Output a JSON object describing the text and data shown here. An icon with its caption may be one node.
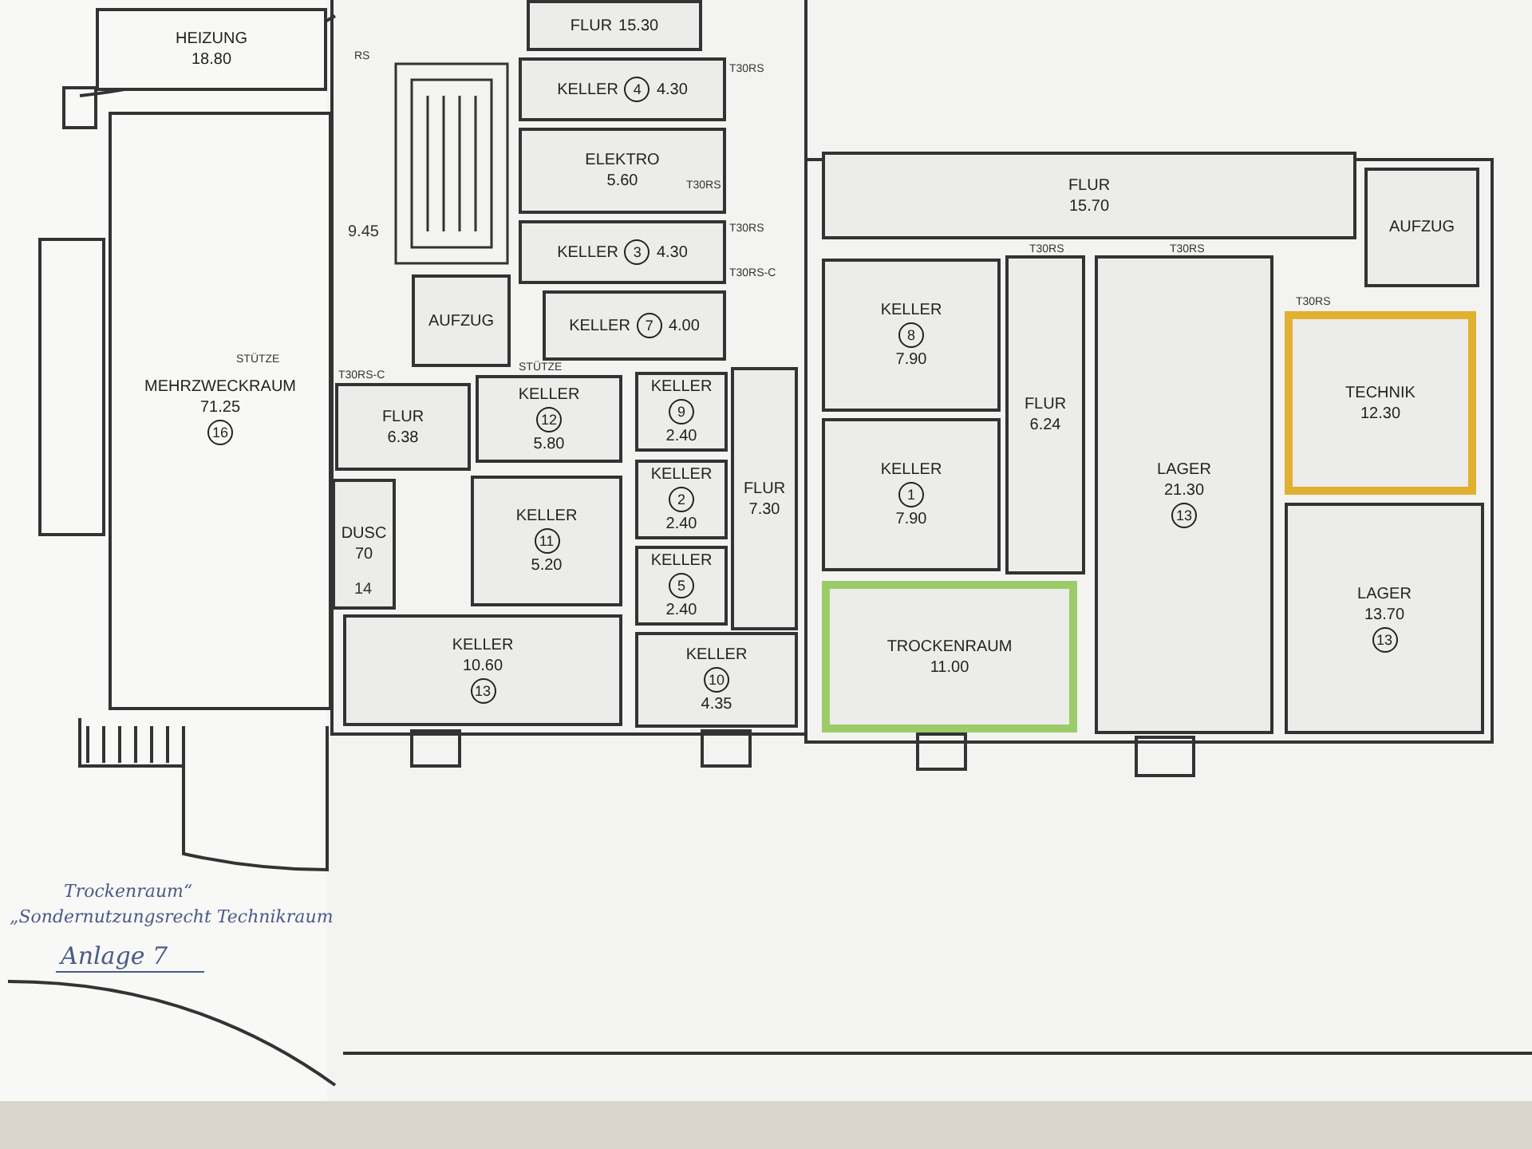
{
  "diagram": {
    "nodes": [
      {
        "text": [
          "HEIZUNG",
          "18.80"
        ]
      },
      {
        "text": [
          "FLUR",
          "15.30"
        ]
      },
      {
        "text": [
          "KELLER",
          "4",
          "4.30"
        ]
      },
      {
        "text": [
          "ELEKTRO",
          "5.60"
        ]
      },
      {
        "text": [
          "FLUR",
          "15.70"
        ]
      },
      {
        "text": [
          "AUFZUG"
        ]
      },
      {
        "text": [
          "KELLER",
          "3",
          "4.30"
        ]
      },
      {
        "text": [
          "AUFZUG"
        ]
      },
      {
        "text": [
          "KELLER",
          "7",
          "4.00"
        ]
      },
      {
        "text": [
          "KELLER",
          "8",
          "7.90"
        ]
      },
      {
        "text": [
          "LAGER",
          "21.30",
          "13"
        ]
      },
      {
        "text": [
          "FLUR",
          "6.24"
        ]
      },
      {
        "text": [
          "TECHNIK",
          "12.30"
        ]
      },
      {
        "text": [
          "MEHRZWECKRAUM",
          "71.25",
          "16"
        ]
      },
      {
        "text": [
          "FLUR",
          "6.38"
        ]
      },
      {
        "text": [
          "KELLER",
          "12",
          "5.80"
        ]
      },
      {
        "text": [
          "KELLER",
          "9",
          "2.40"
        ]
      },
      {
        "text": [
          "FLUR",
          "7.30"
        ]
      },
      {
        "text": [
          "KELLER",
          "1",
          "7.90"
        ]
      },
      {
        "text": [
          "KELLER",
          "2",
          "2.40"
        ]
      },
      {
        "text": [
          "DUSC",
          "70"
        ]
      },
      {
        "text": [
          "KELLER",
          "11",
          "5.20"
        ]
      },
      {
        "text": [
          "LAGER",
          "13.70",
          "13"
        ]
      },
      {
        "text": [
          "KELLER",
          "5",
          "2.40"
        ]
      },
      {
        "text": [
          "TROCKENRAUM",
          "11.00"
        ]
      },
      {
        "text": [
          "KELLER",
          "10.60",
          "13"
        ]
      },
      {
        "text": [
          "KELLER",
          "10",
          "4.35"
        ]
      }
    ],
    "labels": [
      "RS",
      "T30RS",
      "T30RS",
      "T30RS",
      "9.45",
      "T30RS-C",
      "T30RS",
      "T30RS",
      "T30RS",
      "STÜTZE",
      "T30RS-C",
      "STÜTZE",
      "14",
      "Anlage 7",
      "„Sondernutzungsrecht Technikraum",
      "Trockenraum“"
    ]
  }
}
